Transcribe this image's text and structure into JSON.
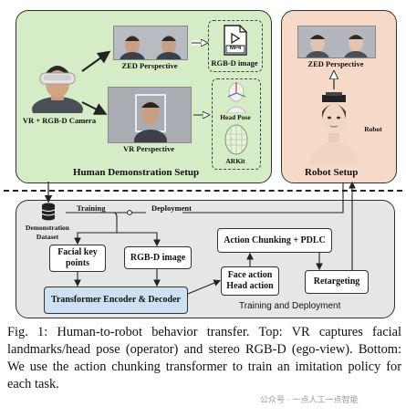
{
  "human_setup": {
    "title": "Human Demonstration Setup",
    "vr_camera_label": "VR + RGB-D Camera",
    "zed_perspective": "ZED Perspective",
    "vr_perspective": "VR Perspective",
    "mp4_icon_text": "MP4",
    "rgbd_image_label": "RGB-D image",
    "head_pose_label": "Head Pose",
    "arkit_label": "ARKit"
  },
  "robot_setup": {
    "title": "Robot Setup",
    "zed_perspective": "ZED Perspective",
    "robot_label": "Robot"
  },
  "training": {
    "dataset_label": "Demonstration Dataset",
    "training_label": "Training",
    "deployment_label": "Deployment",
    "facial_key_points": "Facial key points",
    "rgbd_image": "RGB-D image",
    "transformer": "Transformer Encoder & Decoder",
    "action_chunking": "Action Chunking + PDLC",
    "face_action": "Face action\nHead action",
    "retargeting": "Retargeting",
    "section_title": "Training and Deployment"
  },
  "caption": "Fig. 1: Human-to-robot behavior transfer. Top: VR captures facial landmarks/head pose (operator) and stereo RGB-D (ego-view). Bottom: We use the action chunking transformer to train an imitation policy for each task.",
  "watermark": "公众号 · 一点人工一点智能",
  "colors": {
    "human_panel": "#d6ecc6",
    "robot_panel": "#f7d9c8",
    "training_panel": "#e6e6e6",
    "transformer_box": "#cfe0f3"
  }
}
